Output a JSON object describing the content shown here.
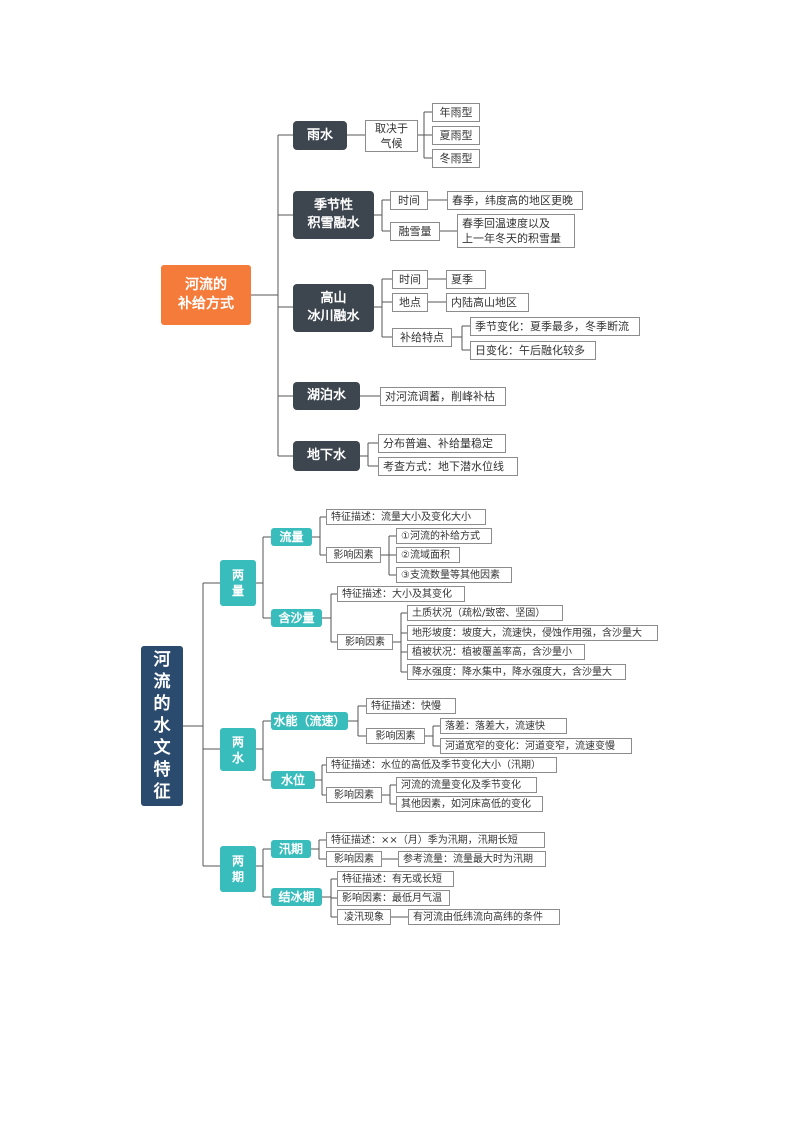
{
  "map1": {
    "root": "河流的\n补给方式",
    "rain": {
      "label": "雨水",
      "decided": "取决于\n气候",
      "types": [
        "年雨型",
        "夏雨型",
        "冬雨型"
      ]
    },
    "snow": {
      "label": "季节性\n积雪融水",
      "time_label": "时间",
      "time_value": "春季，纬度高的地区更晚",
      "amount_label": "融雪量",
      "amount_value": "春季回温速度以及\n上一年冬天的积雪量"
    },
    "glacier": {
      "label": "高山\n冰川融水",
      "time_label": "时间",
      "time_value": "夏季",
      "place_label": "地点",
      "place_value": "内陆高山地区",
      "feature_label": "补给特点",
      "seasonal": "季节变化：夏季最多，冬季断流",
      "daily": "日变化：午后融化较多"
    },
    "lake": {
      "label": "湖泊水",
      "value": "对河流调蓄，削峰补枯"
    },
    "ground": {
      "label": "地下水",
      "values": [
        "分布普遍、补给量稳定",
        "考查方式：地下潜水位线"
      ]
    }
  },
  "map2": {
    "root": "河\n流\n的\n水\n文\n特\n征",
    "g1": {
      "label": "两\n量",
      "flow": {
        "label": "流量",
        "feature": "特征描述：流量大小及变化大小",
        "factor_label": "影响因素",
        "factors": [
          "①河流的补给方式",
          "②流域面积",
          "③支流数量等其他因素"
        ]
      },
      "sand": {
        "label": "含沙量",
        "feature": "特征描述：大小及其变化",
        "factor_label": "影响因素",
        "factors": [
          "土质状况（疏松/致密、坚固）",
          "地形坡度：坡度大，流速快，侵蚀作用强，含沙量大",
          "植被状况：植被覆盖率高，含沙量小",
          "降水强度：降水集中，降水强度大，含沙量大"
        ]
      }
    },
    "g2": {
      "label": "两\n水",
      "energy": {
        "label": "水能（流速）",
        "feature": "特征描述：快慢",
        "factor_label": "影响因素",
        "factors": [
          "落差：落差大，流速快",
          "河道宽窄的变化：河道变窄，流速变慢"
        ]
      },
      "level": {
        "label": "水位",
        "feature": "特征描述：水位的高低及季节变化大小（汛期）",
        "factor_label": "影响因素",
        "factors": [
          "河流的流量变化及季节变化",
          "其他因素，如河床高低的变化"
        ]
      }
    },
    "g3": {
      "label": "两\n期",
      "flood": {
        "label": "汛期",
        "feature": "特征描述：××（月）季为汛期，汛期长短",
        "factor_label": "影响因素",
        "factor": "参考流量：流量最大时为汛期"
      },
      "ice": {
        "label": "结冰期",
        "feature": "特征描述：有无或长短",
        "factor": "影响因素：最低月气温",
        "ling_label": "凌汛现象",
        "ling_value": "有河流由低纬流向高纬的条件"
      }
    }
  }
}
